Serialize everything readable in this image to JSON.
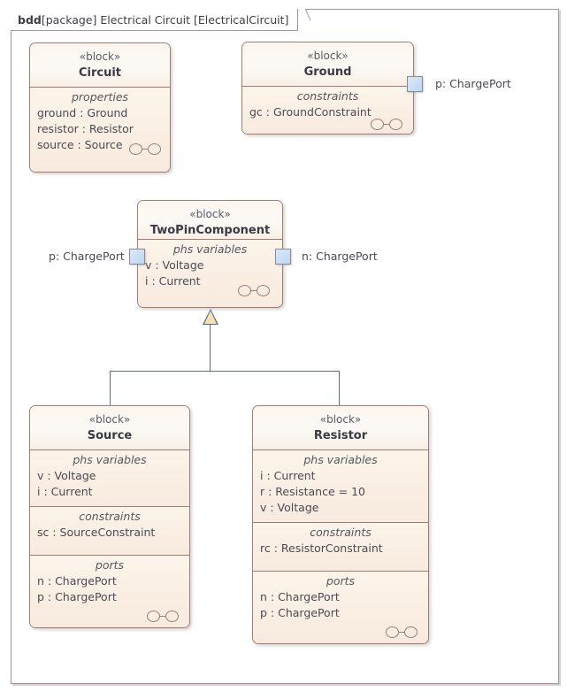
{
  "diagram": {
    "frame": {
      "kind": "bdd",
      "label": "[package] Electrical Circuit [ElectricalCircuit]"
    },
    "stereotype": "« block »",
    "stereotype_text": "«block»",
    "blocks": [
      {
        "id": "circuit",
        "name": "Circuit",
        "stereotype": "«block»",
        "compartments": [
          {
            "title": "properties",
            "items": [
              "ground : Ground",
              "resistor : Resistor",
              "source : Source"
            ],
            "has_oval_icon": true
          }
        ]
      },
      {
        "id": "ground",
        "name": "Ground",
        "stereotype": "«block»",
        "compartments": [
          {
            "title": "constraints",
            "items": [
              "gc : GroundConstraint"
            ],
            "has_oval_icon": true
          }
        ],
        "ports": [
          {
            "id": "ground-p",
            "label": "p: ChargePort",
            "side": "right"
          }
        ]
      },
      {
        "id": "twopincomponent",
        "name": "TwoPinComponent",
        "stereotype": "«block»",
        "compartments": [
          {
            "title": "phs variables",
            "items": [
              "v : Voltage",
              "i : Current"
            ],
            "has_oval_icon": true
          }
        ],
        "ports": [
          {
            "id": "tpc-p",
            "label": "p: ChargePort",
            "side": "left"
          },
          {
            "id": "tpc-n",
            "label": "n: ChargePort",
            "side": "right"
          }
        ]
      },
      {
        "id": "source",
        "name": "Source",
        "stereotype": "«block»",
        "compartments": [
          {
            "title": "phs variables",
            "items": [
              "v : Voltage",
              "i : Current"
            ],
            "has_oval_icon": false
          },
          {
            "title": "constraints",
            "items": [
              "sc : SourceConstraint"
            ],
            "has_oval_icon": false
          },
          {
            "title": "ports",
            "items": [
              "n : ChargePort",
              "p : ChargePort"
            ],
            "has_oval_icon": true
          }
        ]
      },
      {
        "id": "resistor",
        "name": "Resistor",
        "stereotype": "«block»",
        "compartments": [
          {
            "title": "phs variables",
            "items": [
              "i : Current",
              "r : Resistance = 10",
              "v : Voltage"
            ],
            "has_oval_icon": false
          },
          {
            "title": "constraints",
            "items": [
              "rc : ResistorConstraint"
            ],
            "has_oval_icon": false
          },
          {
            "title": "ports",
            "items": [
              "n : ChargePort",
              "p : ChargePort"
            ],
            "has_oval_icon": true
          }
        ]
      }
    ],
    "relationships": [
      {
        "type": "generalization",
        "from": "source",
        "to": "twopincomponent"
      },
      {
        "type": "generalization",
        "from": "resistor",
        "to": "twopincomponent"
      }
    ],
    "colors": {
      "block_border": "#9c7f72",
      "block_fill": "#faeee2",
      "frame_border": "#a3929a",
      "connector": "#5a6b8c",
      "generalization_fill": "#f7dfb4",
      "port_fill": "#bcd6f0",
      "text": "#4a4a52"
    }
  }
}
